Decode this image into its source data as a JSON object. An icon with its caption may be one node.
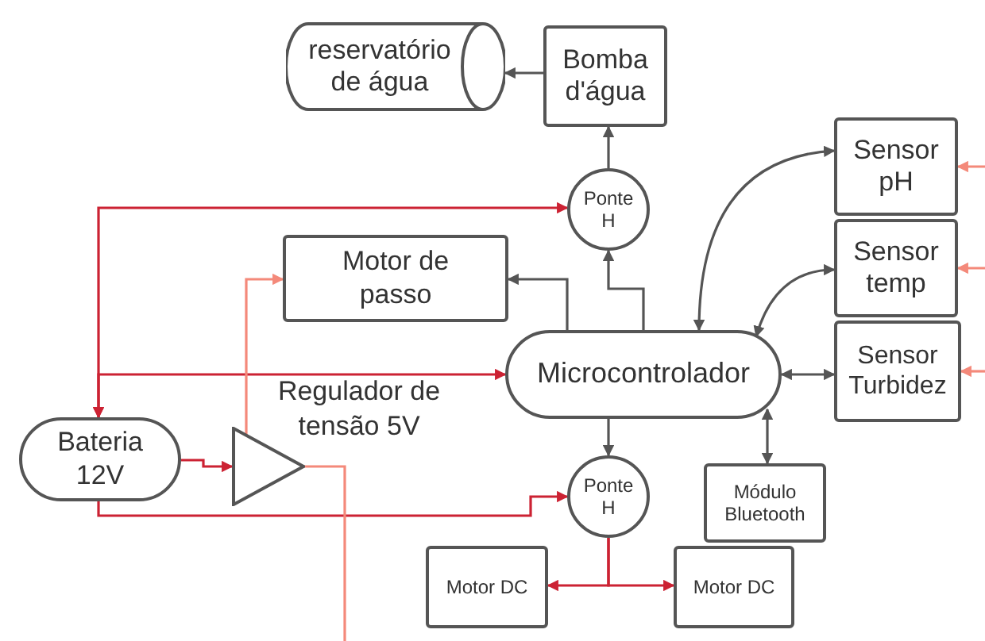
{
  "diagram": {
    "nodes": [
      {
        "text": [
          "reservatório de água"
        ]
      },
      {
        "text": [
          "Bomba d'água"
        ]
      },
      {
        "text": [
          "Sensor pH"
        ]
      },
      {
        "text": [
          "Ponte H"
        ]
      },
      {
        "text": [
          "Motor de passo"
        ]
      },
      {
        "text": [
          "Sensor temp"
        ]
      },
      {
        "text": [
          "Microcontrolador"
        ]
      },
      {
        "text": [
          "Sensor Turbidez"
        ]
      },
      {
        "text": [
          "Bateria 12V"
        ]
      },
      {
        "text": [
          "Regulador de tensão 5V"
        ]
      },
      {
        "text": [
          "Ponte H"
        ]
      },
      {
        "text": [
          "Módulo Bluetooth"
        ]
      },
      {
        "text": [
          "Motor DC"
        ]
      },
      {
        "text": [
          "Motor DC"
        ]
      }
    ],
    "edges": [
      {
        "from": 1,
        "to": 0,
        "arrow": "to"
      },
      {
        "from": 3,
        "to": 1,
        "arrow": "to"
      },
      {
        "from": 6,
        "to": 3,
        "arrow": "to"
      },
      {
        "from": 6,
        "to": 4,
        "arrow": "to"
      },
      {
        "from": 6,
        "to": 2,
        "arrow": "both"
      },
      {
        "from": 6,
        "to": 5,
        "arrow": "both"
      },
      {
        "from": 6,
        "to": 7,
        "arrow": "both"
      },
      {
        "from": 6,
        "to": 11,
        "arrow": "both"
      },
      {
        "from": 6,
        "to": 10,
        "arrow": "to"
      },
      {
        "from": 10,
        "to": 12,
        "arrow": "to",
        "color": "#cc2233"
      },
      {
        "from": 10,
        "to": 13,
        "arrow": "to",
        "color": "#cc2233"
      },
      {
        "from": 8,
        "to": 3,
        "arrow": "both",
        "color": "#cc2233"
      },
      {
        "from": 8,
        "to": 6,
        "arrow": "both",
        "color": "#cc2233"
      },
      {
        "from": 8,
        "to": 10,
        "arrow": "to",
        "color": "#cc2233"
      },
      {
        "from": 8,
        "to": 9,
        "arrow": "to",
        "color": "#cc2233"
      },
      {
        "from": 9,
        "to": 4,
        "arrow": "to",
        "color": "#f4897a"
      },
      {
        "from": 9,
        "to": null,
        "arrow": "none",
        "color": "#f4897a"
      },
      {
        "from": null,
        "to": 2,
        "arrow": "to",
        "color": "#f4897a"
      },
      {
        "from": null,
        "to": 5,
        "arrow": "to",
        "color": "#f4897a"
      },
      {
        "from": null,
        "to": 7,
        "arrow": "to",
        "color": "#f4897a"
      }
    ]
  }
}
